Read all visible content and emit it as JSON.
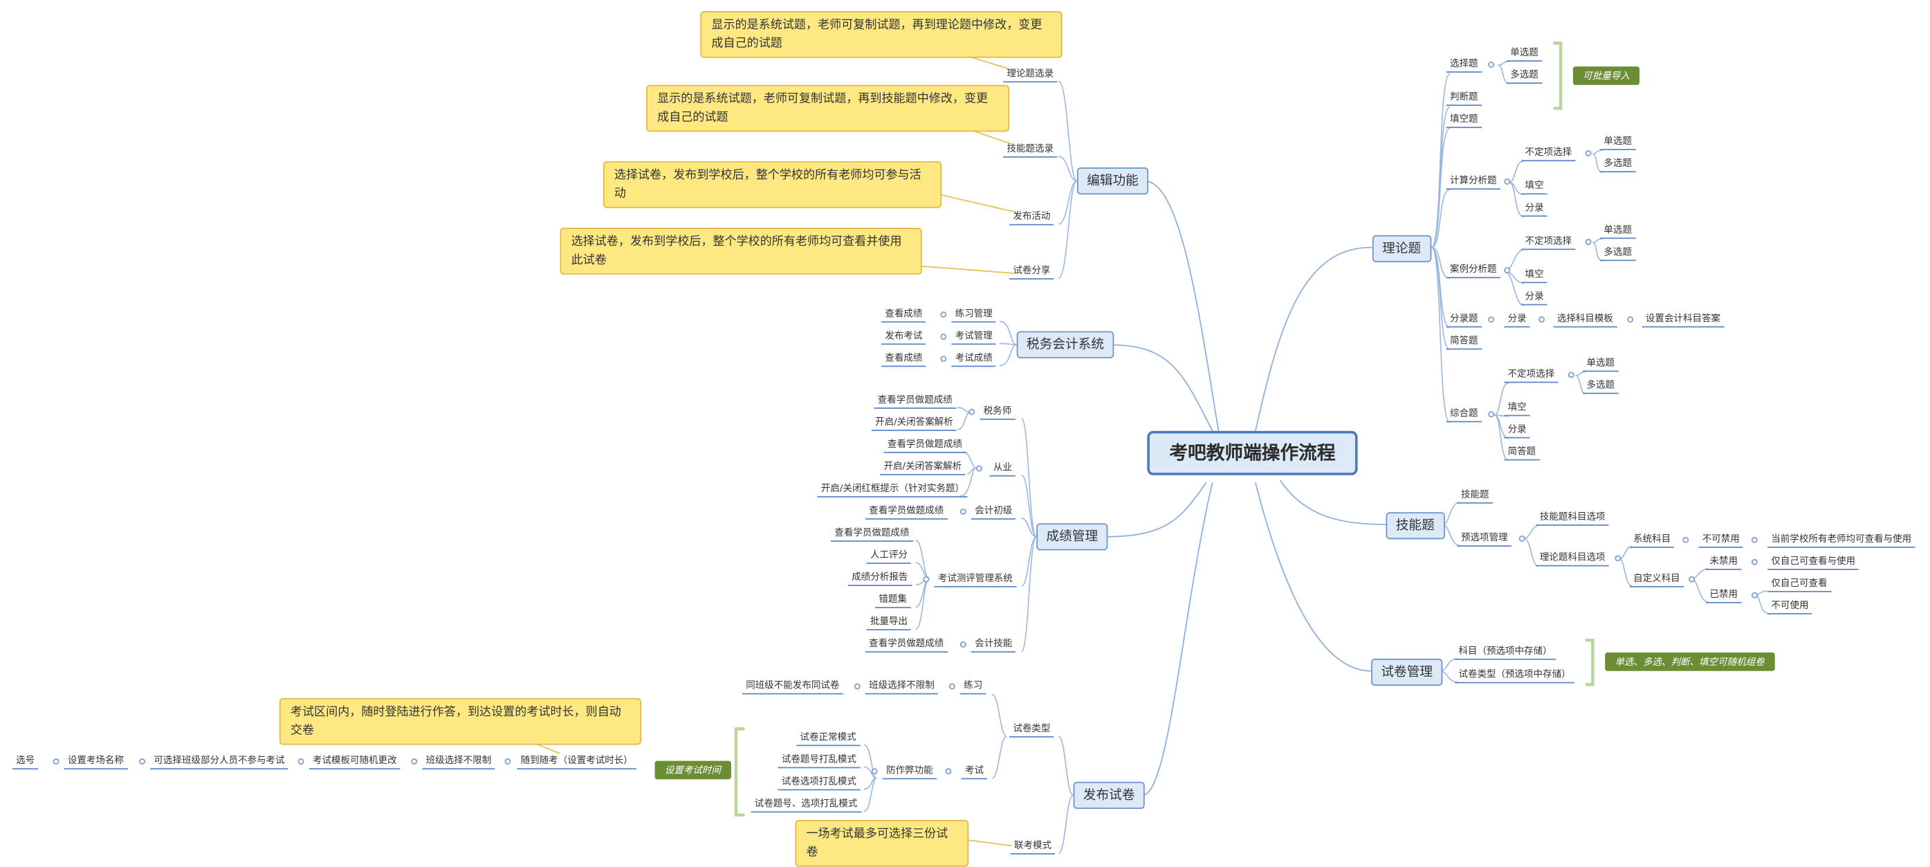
{
  "root": "考吧教师端操作流程",
  "branches": {
    "theory": {
      "label": "理论题",
      "choice": "选择题",
      "single": "单选题",
      "multi": "多选题",
      "batch_import": "可批量导入",
      "judge": "判断题",
      "fill": "填空题",
      "calc": "计算分析题",
      "calc_uncertain": "不定项选择",
      "calc_single": "单选题",
      "calc_multi": "多选题",
      "calc_fill": "填空",
      "calc_entry": "分录",
      "case": "案例分析题",
      "case_uncertain": "不定项选择",
      "case_single": "单选题",
      "case_multi": "多选题",
      "case_fill": "填空",
      "case_entry": "分录",
      "entry_q": "分录题",
      "entry_q_sub": "分录",
      "pick_template": "选择科目模板",
      "set_answer": "设置会计科目答案",
      "short": "简答题",
      "comp": "综合题",
      "comp_uncertain": "不定项选择",
      "comp_single": "单选题",
      "comp_multi": "多选题",
      "comp_fill": "填空",
      "comp_entry": "分录",
      "comp_short": "简答题"
    },
    "skill": {
      "label": "技能题",
      "skill_q": "技能题",
      "preset": "预选项管理",
      "skill_subject": "技能题科目选项",
      "theory_subject": "理论题科目选项",
      "sys_subject": "系统科目",
      "not_disable": "不可禁用",
      "all_teachers": "当前学校所有老师均可查看与使用",
      "custom_subject": "自定义科目",
      "not_disabled": "未禁用",
      "self_view_use": "仅自己可查看与使用",
      "disabled": "已禁用",
      "self_view": "仅自己可查看",
      "not_usable": "不可使用"
    },
    "paper_mgmt": {
      "label": "试卷管理",
      "subject": "科目（预选项中存储）",
      "paper_type": "试卷类型（预选项中存储）",
      "combo_note": "单选、多选、判断、填空可随机组卷"
    },
    "edit": {
      "label": "编辑功能",
      "theory_pick": "理论题选录",
      "skill_pick": "技能题选录",
      "publish_act": "发布活动",
      "paper_share": "试卷分享",
      "note_theory": "显示的是系统试题，老师可复制试题，再到理论题中修改，变更成自己的试题",
      "note_skill": "显示的是系统试题，老师可复制试题，再到技能题中修改，变更成自己的试题",
      "note_publish": "选择试卷，发布到学校后，整个学校的所有老师均可参与活动",
      "note_share": "选择试卷，发布到学校后，整个学校的所有老师均可查看并使用此试卷"
    },
    "tax": {
      "label": "税务会计系统",
      "practice_mgmt": "练习管理",
      "view_score_1": "查看成绩",
      "exam_mgmt": "考试管理",
      "publish_exam": "发布考试",
      "exam_score": "考试成绩",
      "view_score_2": "查看成绩"
    },
    "score": {
      "label": "成绩管理",
      "tax_officer": "税务师",
      "ts_view": "查看学员做题成绩",
      "ts_toggle": "开启/关闭答案解析",
      "practice": "从业",
      "pr_view": "查看学员做题成绩",
      "pr_toggle": "开启/关闭答案解析",
      "pr_redbox": "开启/关闭红框提示（针对实务题）",
      "junior": "会计初级",
      "jr_view": "查看学员做题成绩",
      "eval_sys": "考试测评管理系统",
      "ev_view": "查看学员做题成绩",
      "ev_manual": "人工评分",
      "ev_report": "成绩分析报告",
      "ev_wrong": "错题集",
      "ev_export": "批量导出",
      "acc_skill": "会计技能",
      "as_view": "查看学员做题成绩"
    },
    "publish": {
      "label": "发布试卷",
      "paper_type": "试卷类型",
      "practice": "练习",
      "class_unlimited": "班级选择不限制",
      "same_class": "同班级不能发布同试卷",
      "exam": "考试",
      "anti_cheat": "防作弊功能",
      "mode_normal": "试卷正常模式",
      "mode_shuffle_q": "试卷题号打乱模式",
      "mode_shuffle_opt": "试卷选项打乱模式",
      "mode_shuffle_both": "试卷题号、选项打乱模式",
      "set_time": "设置考试时间",
      "anytime": "随到随考（设置考试时长）",
      "class_unlimited_2": "班级选择不限制",
      "tpl_random": "考试模板可随机更改",
      "partial": "可选择班级部分人员不参与考试",
      "venue_name": "设置考场名称",
      "seat": "选号",
      "note_anytime": "考试区间内，随时登陆进行作答，到达设置的考试时长，则自动交卷",
      "joint": "联考模式",
      "note_joint": "一场考试最多可选择三份试卷"
    }
  }
}
